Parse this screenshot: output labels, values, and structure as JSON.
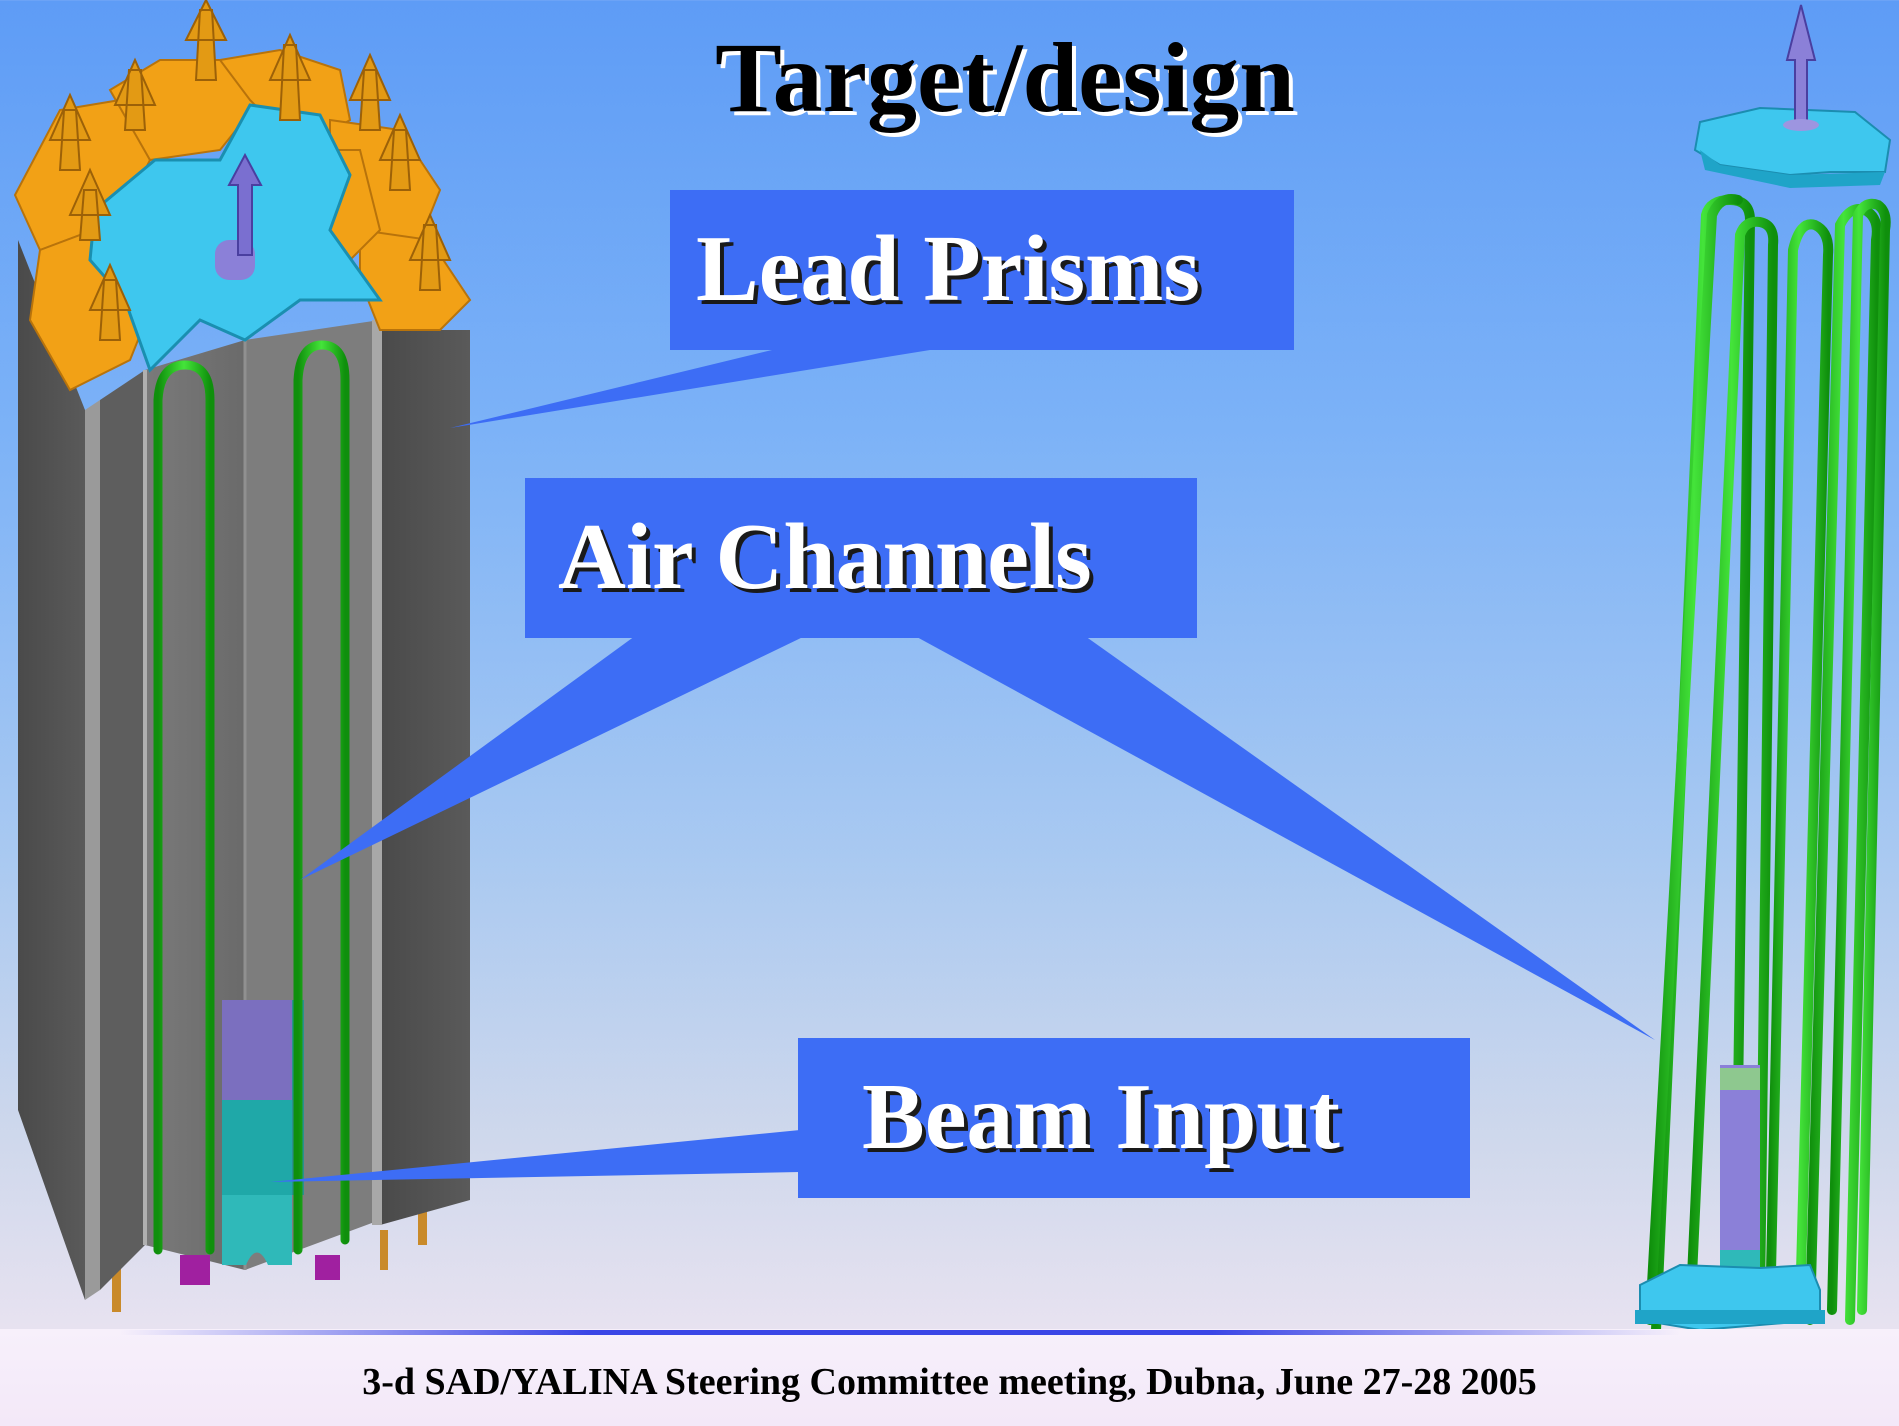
{
  "slide": {
    "title": "Target/design",
    "callouts": {
      "lead_prisms": "Lead Prisms",
      "air_channels": "Air Channels",
      "beam_input": "Beam Input"
    },
    "footer": "3-d SAD/YALINA Steering Committee meeting, Dubna, June 27-28 2005"
  },
  "colors": {
    "callout_fill": "#3d6df5",
    "prism_gray": "#6d6d6d",
    "air_channel_green": "#22c31b",
    "top_plate_cyan": "#3ec7ee",
    "arrow_orange": "#f2a116"
  }
}
